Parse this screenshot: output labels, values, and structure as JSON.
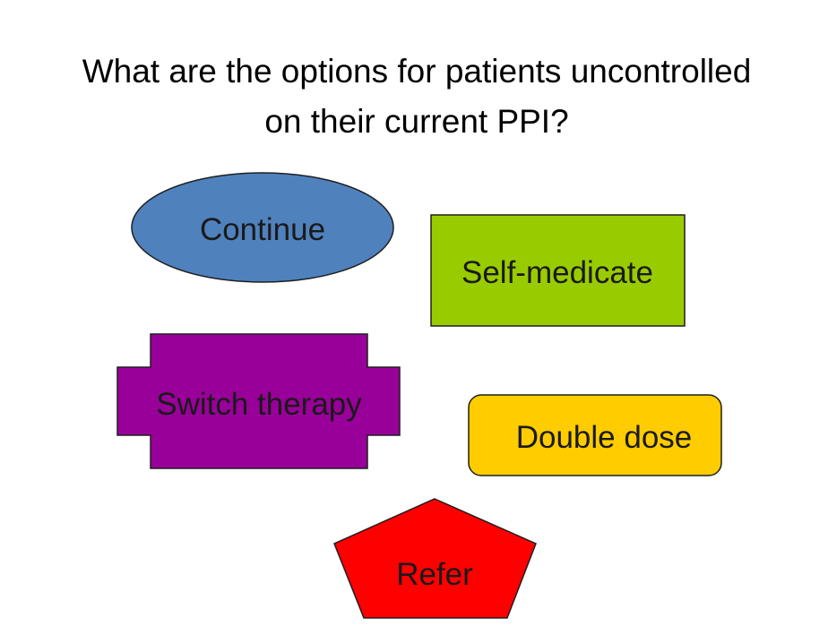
{
  "title": {
    "line1": "What are the options for patients uncontrolled",
    "line2": "on their current PPI?"
  },
  "options": {
    "continue": "Continue",
    "self_medicate": "Self-medicate",
    "switch_therapy": "Switch therapy",
    "double_dose": "Double dose",
    "refer": "Refer"
  },
  "colors": {
    "continue": "#4f81bd",
    "self_medicate": "#99cc00",
    "switch_therapy": "#990099",
    "double_dose": "#ffcc00",
    "refer": "#ff0000",
    "stroke": "#1f1f1f"
  }
}
